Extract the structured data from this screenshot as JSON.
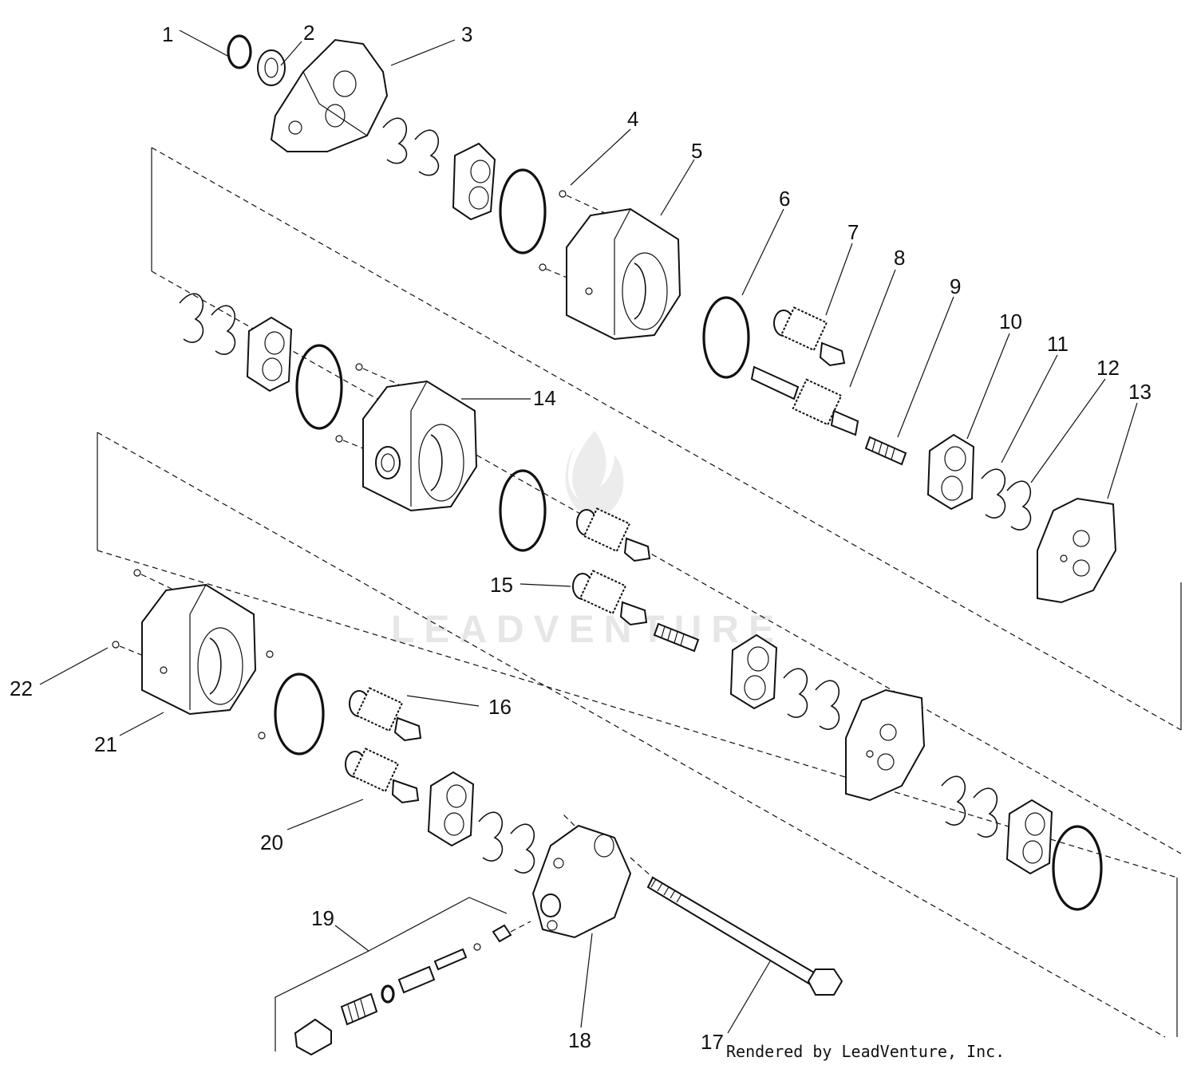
{
  "diagram": {
    "callouts": [
      "1",
      "2",
      "3",
      "4",
      "5",
      "6",
      "7",
      "8",
      "9",
      "10",
      "11",
      "12",
      "13",
      "14",
      "15",
      "16",
      "17",
      "18",
      "19",
      "20",
      "21",
      "22"
    ],
    "watermark": "LEADVENTURE",
    "credit": "Rendered by LeadVenture, Inc."
  }
}
